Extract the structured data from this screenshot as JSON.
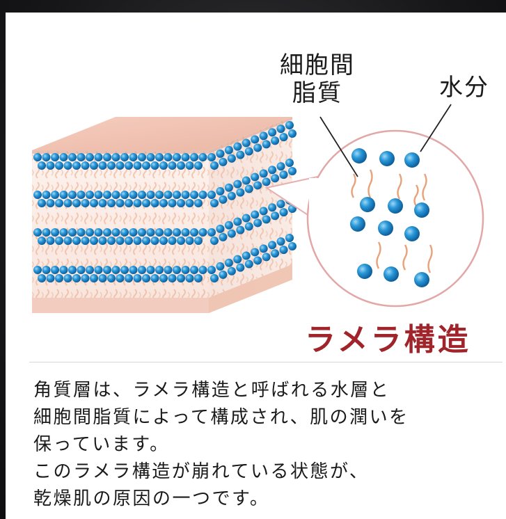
{
  "labels": {
    "lipid_line1": "細胞間",
    "lipid_line2": "脂質",
    "water": "水分",
    "structure_title": "ラメラ構造"
  },
  "caption": {
    "line1": "角質層は、ラメラ構造と呼ばれる水層と",
    "line2": "細胞間脂質によって構成され、肌の潤いを",
    "line3": "保っています。",
    "line4": "このラメラ構造が崩れている状態が、",
    "line5": "乾燥肌の原因の一つです。"
  },
  "colors": {
    "title_red": "#a0242a",
    "molecule_blue": "#1f8fd0",
    "lipid_tail": "#e8a27a",
    "skin_pink": "#f2c9b8"
  }
}
